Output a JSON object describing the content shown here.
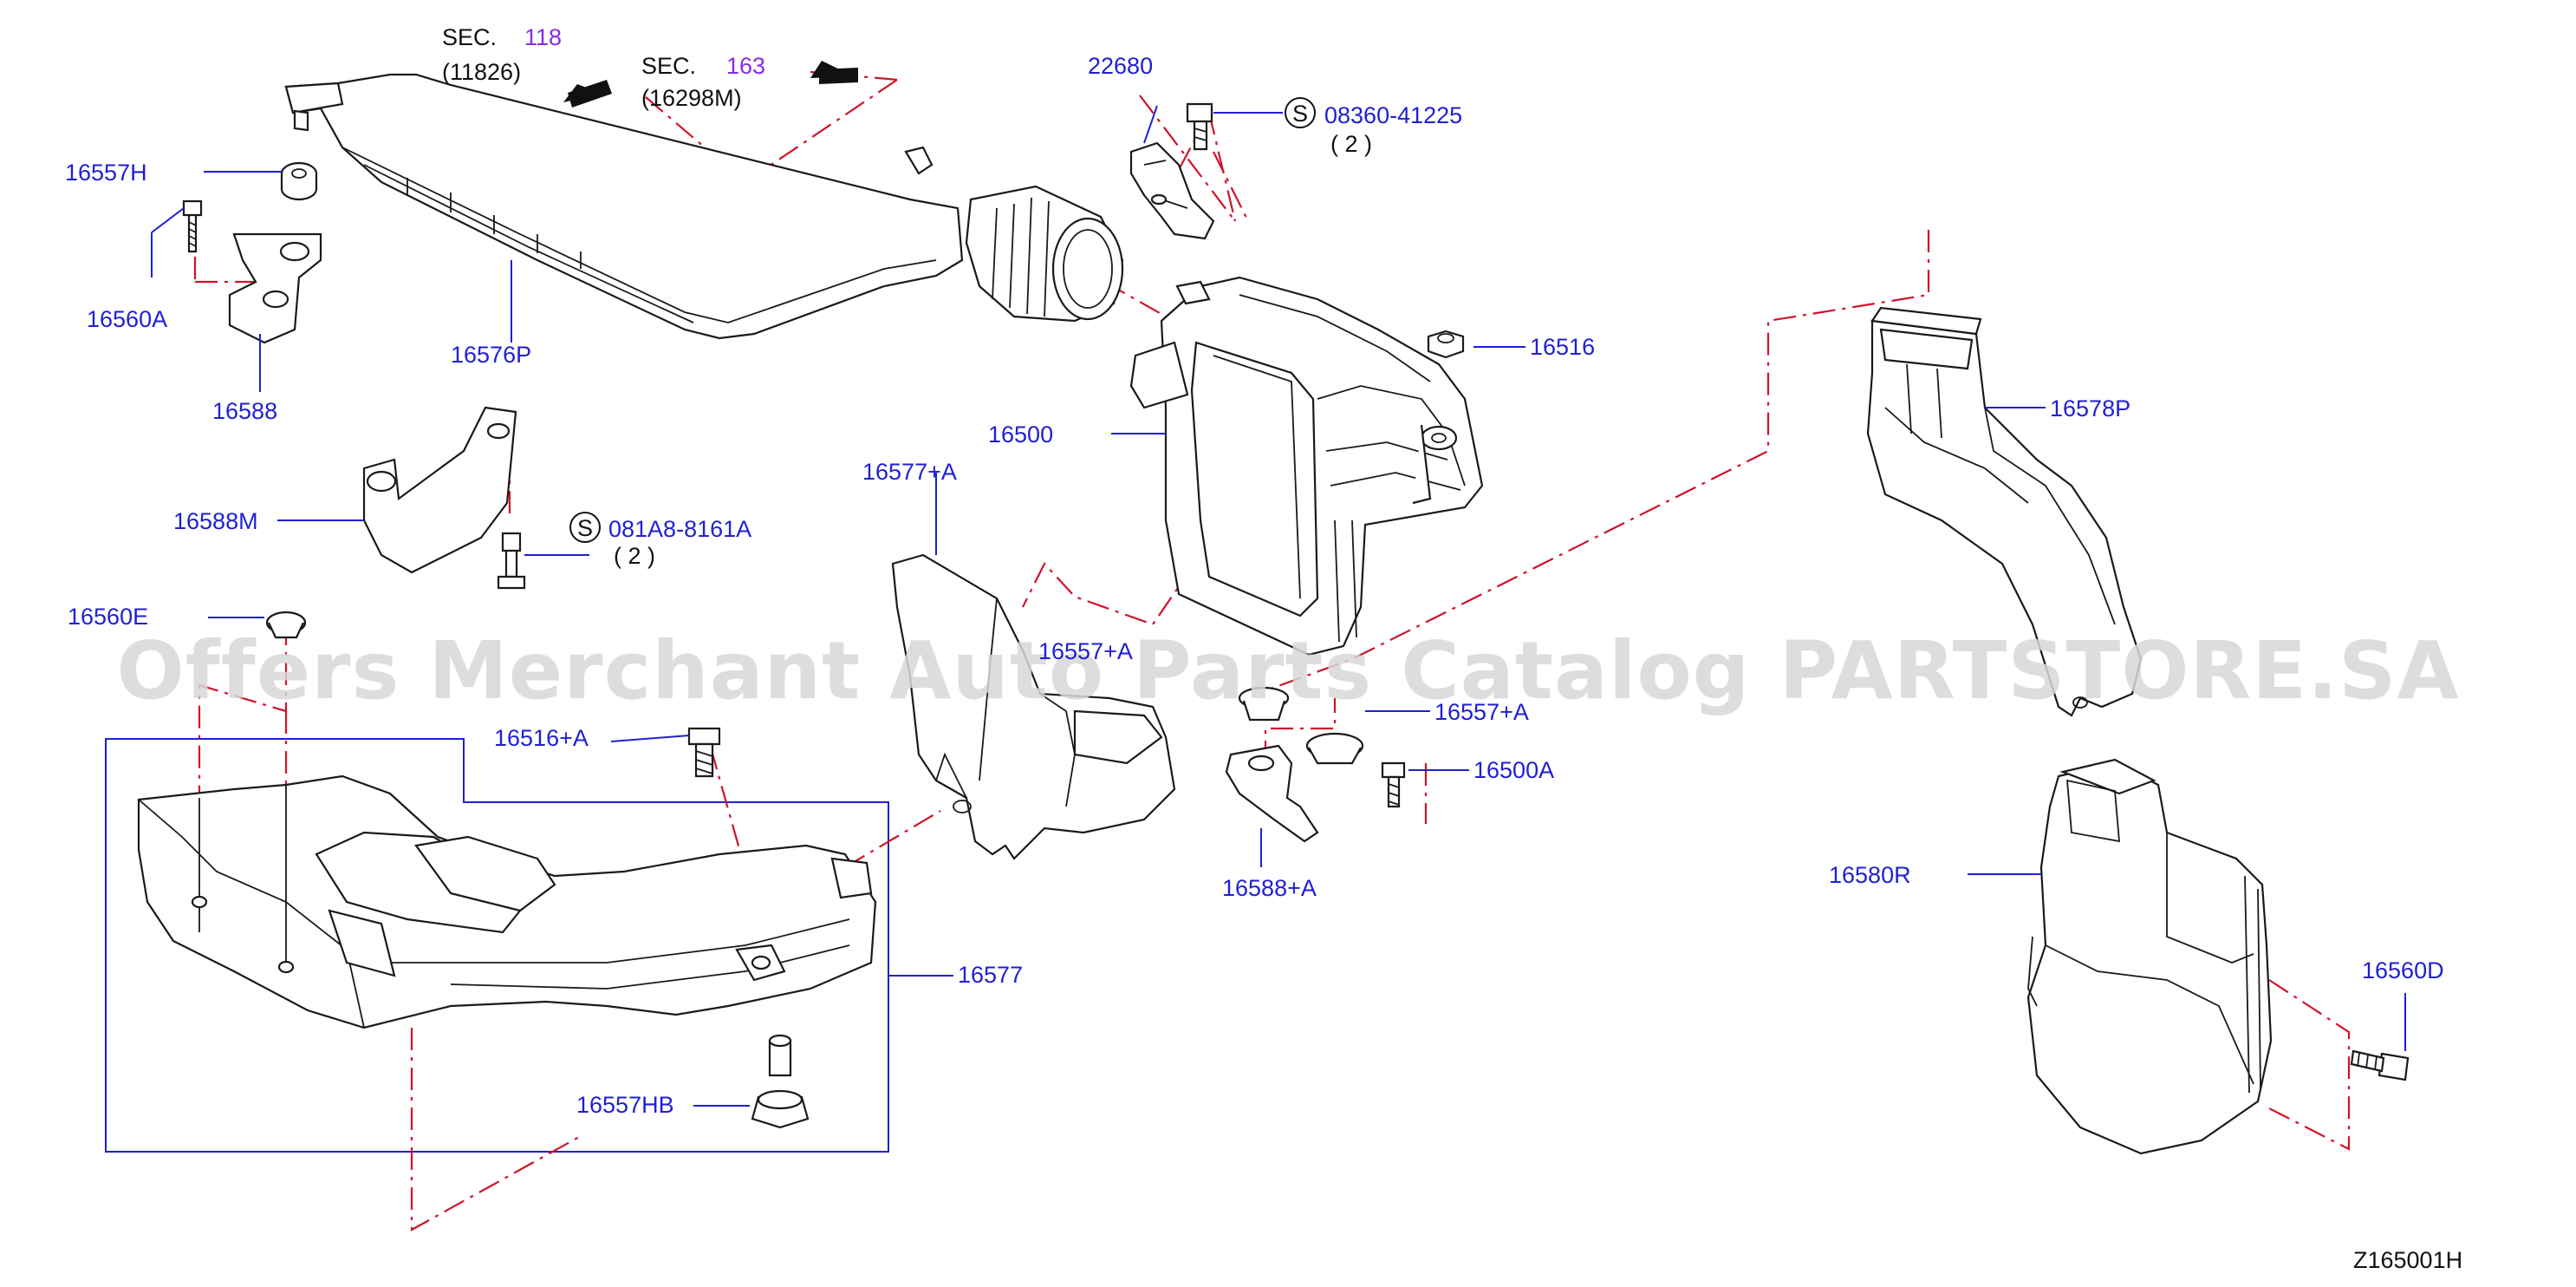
{
  "diagram": {
    "labels": {
      "p16557H": "16557H",
      "p16560A": "16560A",
      "p16588": "16588",
      "p16576P": "16576P",
      "p16588M": "16588M",
      "p16560E": "16560E",
      "p16516A": "16516+A",
      "p16577": "16577",
      "p16557HB": "16557HB",
      "p16577A_top": "16577+A",
      "p16577A_mid": "16557+A",
      "p16500": "16500",
      "p22680": "22680",
      "p16516": "16516",
      "p16578P": "16578P",
      "p16557A_right": "16557+A",
      "p16500A": "16500A",
      "p16588A": "16588+A",
      "p16580R": "16580R",
      "p16560D": "16560D"
    },
    "sec1": {
      "prefix": "SEC.",
      "number": "118",
      "sub": "(11826)"
    },
    "sec2": {
      "prefix": "SEC.",
      "number": "163",
      "sub": "(16298M)"
    },
    "std1": {
      "symbol": "S",
      "code": "08360-41225",
      "qty": "( 2 )"
    },
    "std2": {
      "symbol": "S",
      "code": "081A8-8161A",
      "qty": "( 2 )"
    },
    "watermark": "Offers Merchant Auto Parts Catalog PARTSTORE.SA",
    "figure_code": "Z165001H",
    "colors": {
      "label": "#1f1fd4",
      "section": "#8a2be2",
      "dashline": "#d0122a",
      "outline": "#1a1a1a"
    }
  }
}
